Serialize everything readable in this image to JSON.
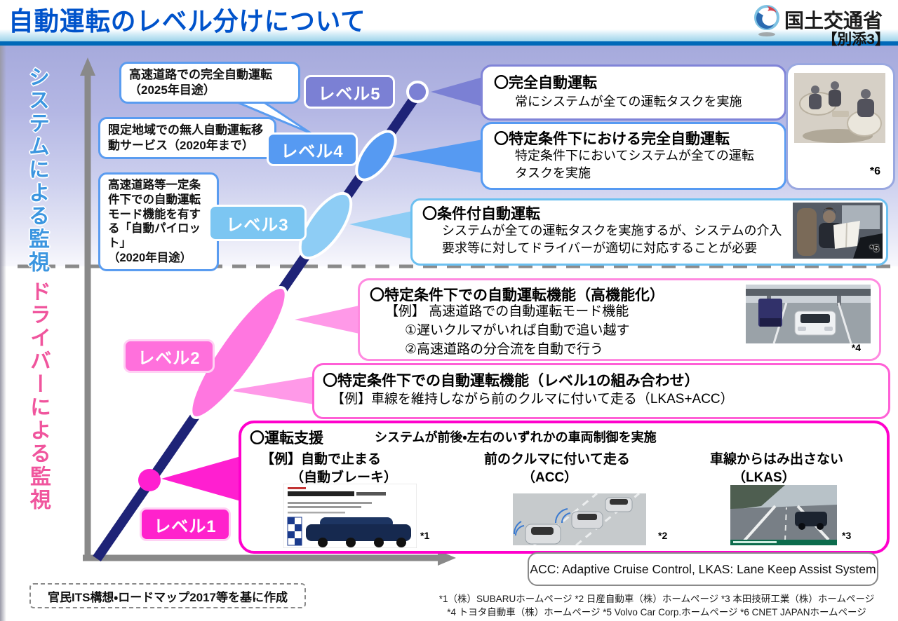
{
  "header": {
    "title": "自動運転のレベル分けについて",
    "agency": "国土交通省",
    "attachment": "【別添3】"
  },
  "axis": {
    "upper_label": "システムによる監視",
    "lower_label": "ドライバーによる監視"
  },
  "levels": {
    "l5": "レベル5",
    "l4": "レベル4",
    "l3": "レベル3",
    "l2": "レベル2",
    "l1": "レベル1"
  },
  "callouts": {
    "l5": "高速道路での完全自動運転\n（2025年目途）",
    "l4": "限定地域での無人自動運転移\n動サービス（2020年まで）",
    "l3": "高速道路等一定条\n件下での自動運転\nモード機能を有す\nる「自動パイロット」\n（2020年目途）"
  },
  "boxes": {
    "l5": {
      "title": "〇完全自動運転",
      "body": "常にシステムが全ての運転タスクを実施"
    },
    "l4": {
      "title": "〇特定条件下における完全自動運転",
      "body": "特定条件下においてシステムが全ての運転\nタスクを実施"
    },
    "l45_image_ref": "*6",
    "l3": {
      "title": "〇条件付自動運転",
      "body": "システムが全ての運転タスクを実施するが、システムの介入\n要求等に対してドライバーが適切に対応することが必要",
      "ref": "*5"
    },
    "l2a": {
      "title": "〇特定条件下での自動運転機能（高機能化）",
      "line1": "【例】 高速道路での自動運転モード機能",
      "line2": "①遅いクルマがいれば自動で追い越す",
      "line3": "②高速道路の分合流を自動で行う",
      "ref": "*4"
    },
    "l2b": {
      "title": "〇特定条件下での自動運転機能（レベル1の組み合わせ）",
      "line1": "【例】車線を維持しながら前のクルマに付いて走る（LKAS+ACC）"
    },
    "l1": {
      "title": "〇運転支援",
      "subtitle": "システムが前後・左右のいずれかの車両制御を実施",
      "examples": [
        {
          "line1": "【例】自動で止まる",
          "line2": "（自動ブレーキ）",
          "ref": "*1"
        },
        {
          "line1": "前のクルマに付いて走る",
          "line2": "（ACC）",
          "ref": "*2"
        },
        {
          "line1": "車線からはみ出さない",
          "line2": "（LKAS）",
          "ref": "*3"
        }
      ]
    }
  },
  "acc_note": "ACC:  Adaptive Cruise Control,  LKAS: Lane Keep Assist System",
  "source": "官民ITS構想・ロードマップ2017等を基に作成",
  "footnotes": {
    "line1": "*1（株）SUBARUホームページ *2 日産自動車（株）ホームページ *3 本田技研工業（株）ホームページ",
    "line2": "*4 トヨタ自動車（株）ホームページ  *5 Volvo Car Corp.ホームページ  *6 CNET JAPANホームページ"
  },
  "palette": {
    "title_blue": "#0053cb",
    "header_rule": "#0069b8",
    "level5": "#7b80d4",
    "level4": "#569af2",
    "level3": "#8ecdf5",
    "level2": "#ff77e0",
    "level1": "#ff1fd0",
    "axis_line_navy": "#1e2377",
    "system_label_blue": "#3c96e0",
    "driver_label_pink": "#f0559d"
  }
}
